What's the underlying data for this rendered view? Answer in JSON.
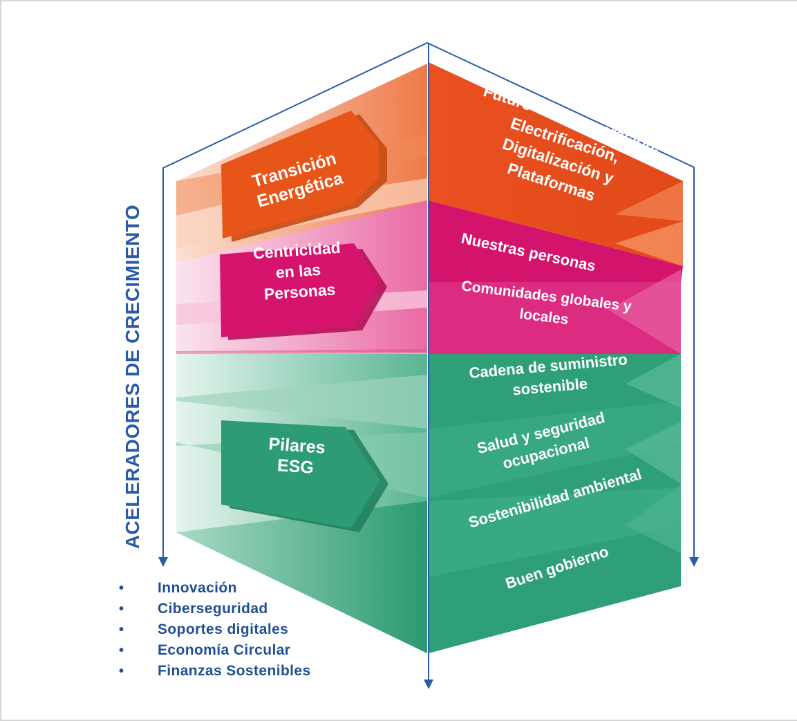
{
  "side_title": "ACELERADORES DE CRECIMIENTO",
  "accelerators": [
    "Innovación",
    "Ciberseguridad",
    "Soportes digitales",
    "Economía Circular",
    "Finanzas Sostenibles"
  ],
  "pillars": [
    {
      "id": "transicion",
      "arrow_lines": [
        "Transición",
        "Energética"
      ],
      "items": [
        [
          "Futuro de la generación,",
          "Electrificación,",
          "Digitalización y",
          "Plataformas"
        ]
      ]
    },
    {
      "id": "personas",
      "arrow_lines": [
        "Centricidad",
        "en las",
        "Personas"
      ],
      "items": [
        [
          "Nuestras personas"
        ],
        [
          "Comunidades globales y",
          "locales"
        ]
      ]
    },
    {
      "id": "esg",
      "arrow_lines": [
        "Pilares",
        "ESG"
      ],
      "items": [
        [
          "Cadena de suministro",
          "sostenible"
        ],
        [
          "Salud y seguridad",
          "ocupacional"
        ],
        [
          "Sostenibilidad ambiental"
        ],
        [
          "Buen gobierno"
        ]
      ]
    }
  ],
  "colors": {
    "orange": "#e8511c",
    "orange_light": "#f3a27a",
    "magenta": "#d6136e",
    "pink_light": "#f2a6c8",
    "green": "#2f9e77",
    "green_light": "#b9e0cf",
    "blue": "#2a5ba7"
  }
}
